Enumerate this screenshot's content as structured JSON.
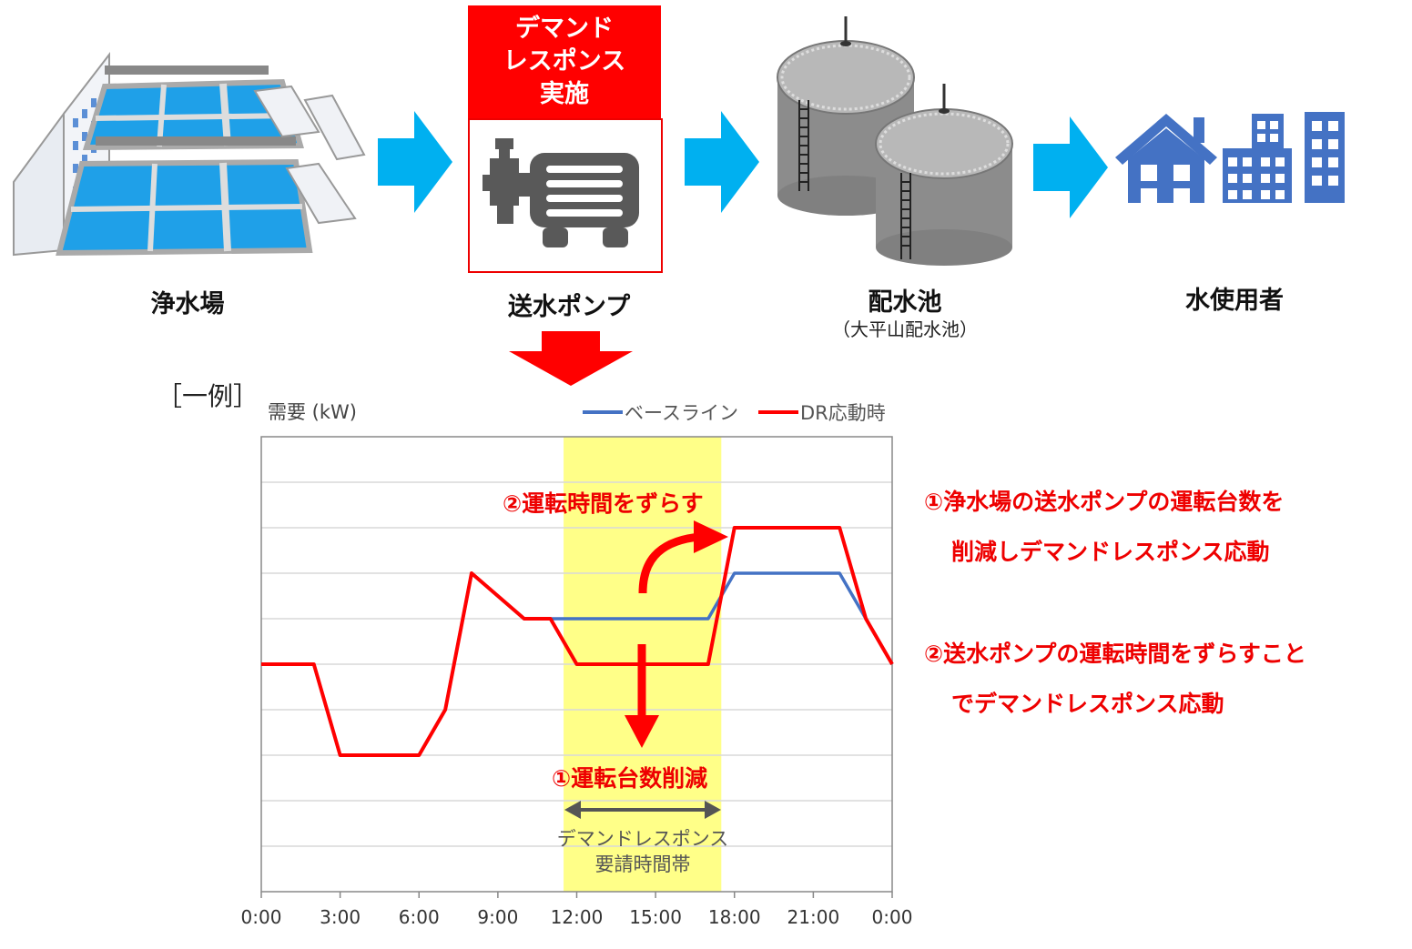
{
  "flow": {
    "plant_label": "浄水場",
    "pump_label": "送水ポンプ",
    "reservoir_label": "配水池",
    "reservoir_sub": "（大平山配水池）",
    "users_label": "水使用者",
    "dr_banner": [
      "デマンド",
      "レスポンス",
      "実施"
    ]
  },
  "chart_data": {
    "type": "line",
    "example_label": "［一例］",
    "ylabel": "需要 (kW)",
    "x_ticks": [
      "0:00",
      "3:00",
      "6:00",
      "9:00",
      "12:00",
      "15:00",
      "18:00",
      "21:00",
      "0:00"
    ],
    "xlim": [
      0,
      24
    ],
    "ylim": [
      0,
      10
    ],
    "series": [
      {
        "name": "ベースライン",
        "color": "#4472c4",
        "x": [
          0,
          2,
          3,
          6,
          7,
          8,
          10,
          11,
          17,
          18,
          22,
          23,
          24
        ],
        "y": [
          5,
          5,
          3,
          3,
          4,
          7,
          6,
          6,
          6,
          7,
          7,
          6,
          5
        ]
      },
      {
        "name": "DR応動時",
        "color": "#ff0000",
        "x": [
          0,
          2,
          3,
          6,
          7,
          8,
          10,
          11,
          12,
          17,
          18,
          22,
          23,
          24
        ],
        "y": [
          5,
          5,
          3,
          3,
          4,
          7,
          6,
          6,
          5,
          5,
          8,
          8,
          6,
          5
        ]
      }
    ],
    "dr_window": [
      11.5,
      17.5
    ],
    "dr_window_label": [
      "デマンドレスポンス",
      "要請時間帯"
    ],
    "annotations": {
      "shift": "②運転時間をずらす",
      "reduce": "①運転台数削減"
    }
  },
  "notes": {
    "note1_line1": "①浄水場の送水ポンプの運転台数を",
    "note1_line2": "削減しデマンドレスポンス応動",
    "note2_line1": "②送水ポンプの運転時間をずらすこと",
    "note2_line2": "でデマンドレスポンス応動"
  },
  "colors": {
    "arrow_blue": "#00b0f0",
    "dr_red": "#ff0000",
    "highlight_yellow": "#ffff88",
    "icon_blue": "#4472c4",
    "pump_gray": "#595959"
  }
}
